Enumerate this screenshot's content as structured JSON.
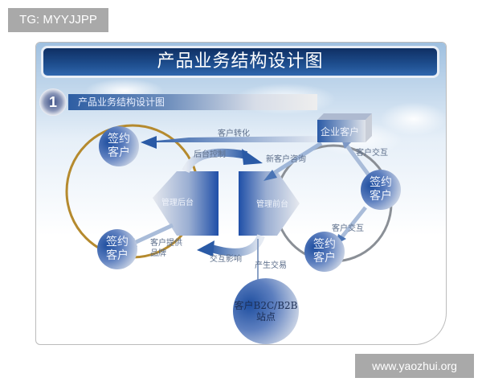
{
  "overlay": {
    "tag_label": "TG: MYYJJPP",
    "watermark": "www.yaozhui.org"
  },
  "slide": {
    "title": "产品业务结构设计图",
    "section": {
      "number": "1",
      "label": "产品业务结构设计图"
    }
  },
  "diagram": {
    "nodes": {
      "signed_client_top_left": "签约\n客户",
      "signed_client_bottom_left": "签约\n客户",
      "signed_client_right_top": "签约\n客户",
      "signed_client_right_bottom": "签约\n客户",
      "management_backend": "管理后台",
      "management_frontend": "管理前台",
      "enterprise_client": "企业客户",
      "client_site_line1": "客户B2C/B2B",
      "client_site_line2": "站点"
    },
    "edges": {
      "client_conversion": "客户转化",
      "backend_control": "后台控制",
      "new_client_inquiry": "新客户咨询",
      "client_interaction_top": "客户交互",
      "client_interaction_bottom": "客户交互",
      "provide_brand_line1": "客户提供",
      "provide_brand_line2": "品牌",
      "transaction_impact": "交互影响",
      "generate_transaction": "产生交易"
    },
    "colors": {
      "title_bar": "#1d4c8c",
      "node_blue": "#1f4fa0",
      "left_ring": "#b58a2e",
      "right_ring": "#8a8f96",
      "label_text": "#5c6e8a"
    }
  }
}
